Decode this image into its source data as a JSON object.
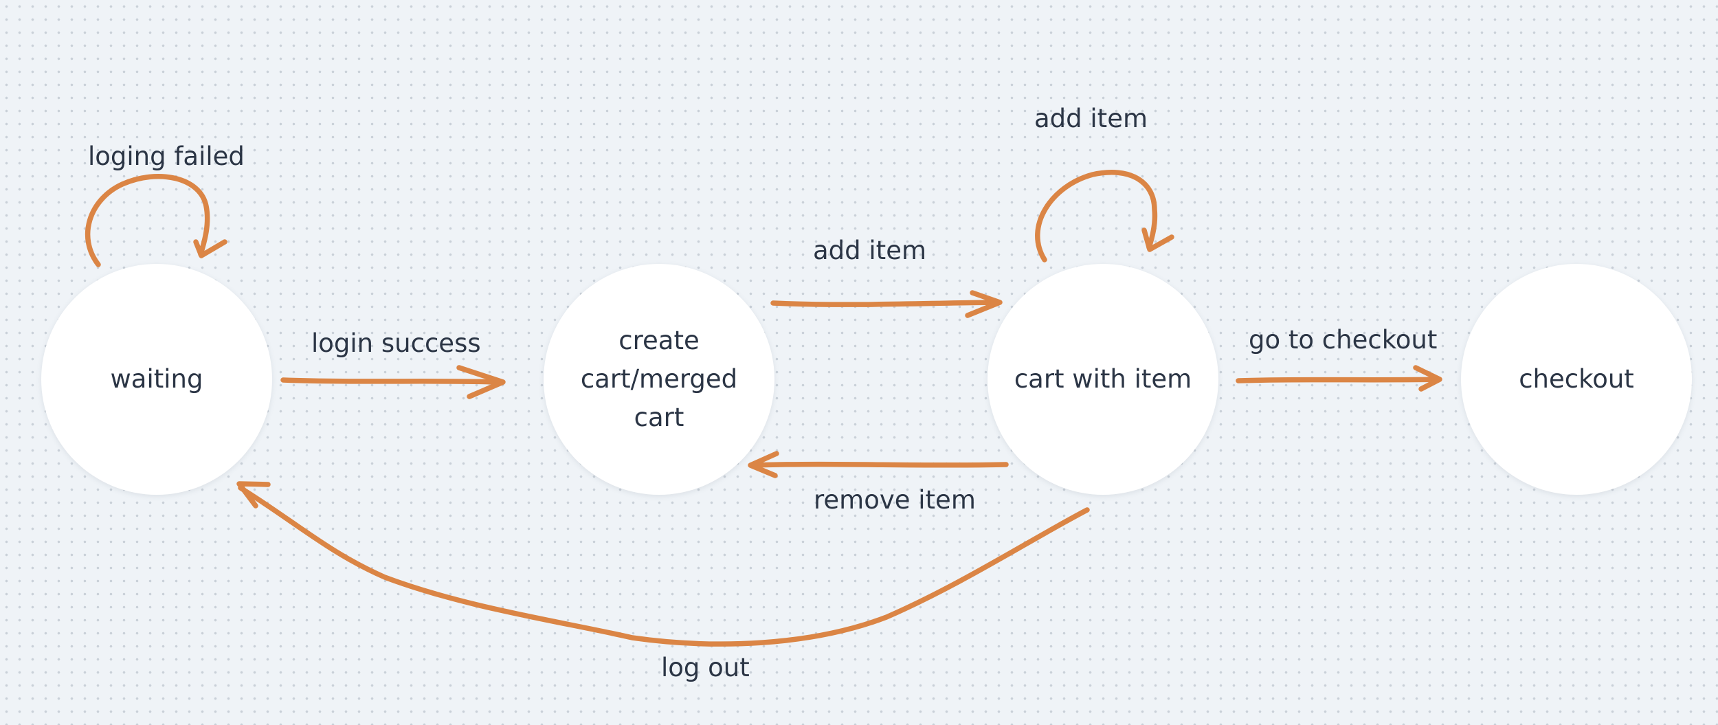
{
  "states": {
    "waiting": "waiting",
    "create_cart": "create\ncart/merged\ncart",
    "cart_with_item": "cart with item",
    "checkout": "checkout"
  },
  "transitions": {
    "loging_failed": "loging failed",
    "login_success": "login success",
    "add_item_to_cart": "add item",
    "add_item_self": "add item",
    "remove_item": "remove item",
    "go_to_checkout": "go to checkout",
    "log_out": "log out"
  },
  "colors": {
    "background": "#eff3f7",
    "node_fill": "#ffffff",
    "arrow": "#db8545",
    "text": "#2b3545"
  }
}
